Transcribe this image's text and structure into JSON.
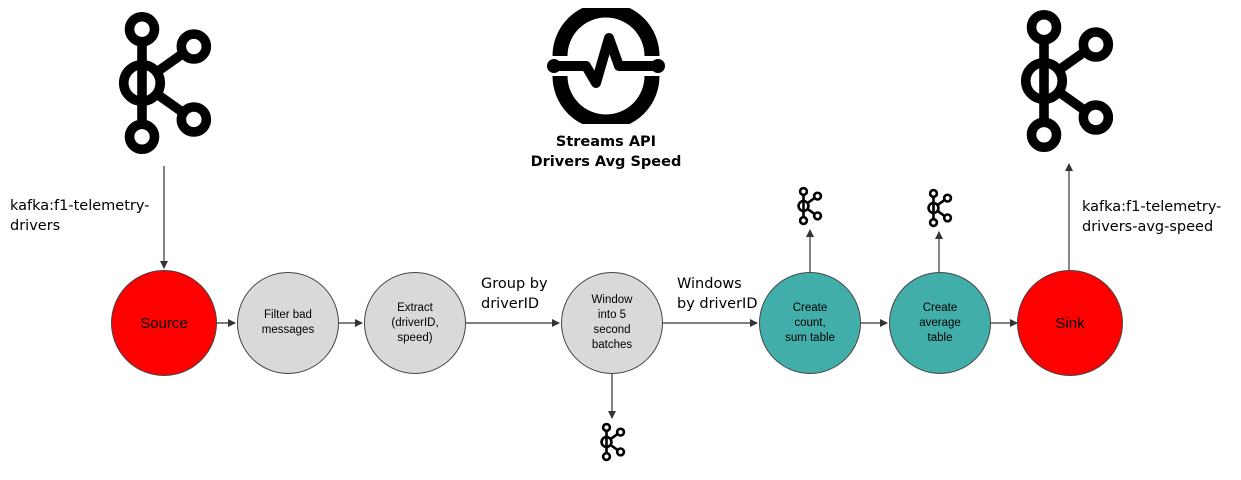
{
  "diagram": {
    "title": "Streams API\nDrivers Avg Speed",
    "colors": {
      "source_sink": "#ff0000",
      "processing": "#d9d9d9",
      "table": "#42aeaa",
      "stroke": "#444444"
    },
    "icons": {
      "kafka": "kafka-logo-icon",
      "streams": "streams-api-logo-icon"
    },
    "nodes": {
      "source": "Source",
      "filter": "Filter bad\nmessages",
      "extract": "Extract\n(driverID,\nspeed)",
      "window": "Window\ninto 5\nsecond\nbatches",
      "count_sum": "Create\ncount,\nsum table",
      "average": "Create\naverage\ntable",
      "sink": "Sink"
    },
    "edge_labels": {
      "input_topic": "kafka:f1-telemetry-\ndrivers",
      "group_by": "Group by\ndriverID",
      "windows_by": "Windows\nby driverID",
      "output_topic": "kafka:f1-telemetry-\ndrivers-avg-speed"
    }
  }
}
